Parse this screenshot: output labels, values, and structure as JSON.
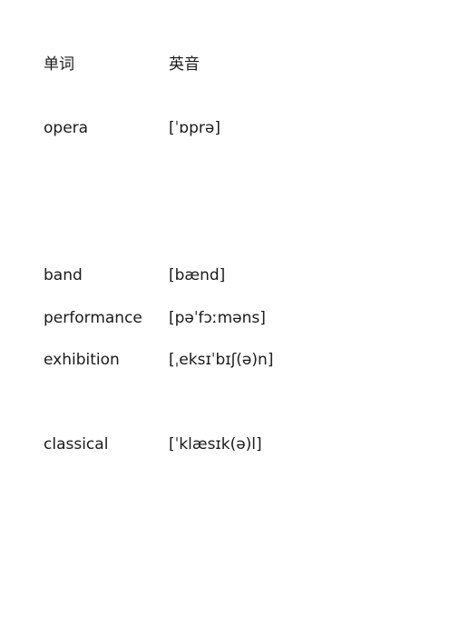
{
  "header": {
    "word": "单词",
    "ipa": "英音"
  },
  "rows": [
    {
      "word": "opera",
      "ipa": "[ˈɒprə]"
    },
    {
      "word": "band",
      "ipa": "[bænd]"
    },
    {
      "word": "performance",
      "ipa": "[pəˈfɔːməns]"
    },
    {
      "word": "exhibition",
      "ipa": "[ˌeksɪˈbɪʃ(ə)n]"
    },
    {
      "word": "classical",
      "ipa": "[ˈklæsɪk(ə)l]"
    }
  ]
}
